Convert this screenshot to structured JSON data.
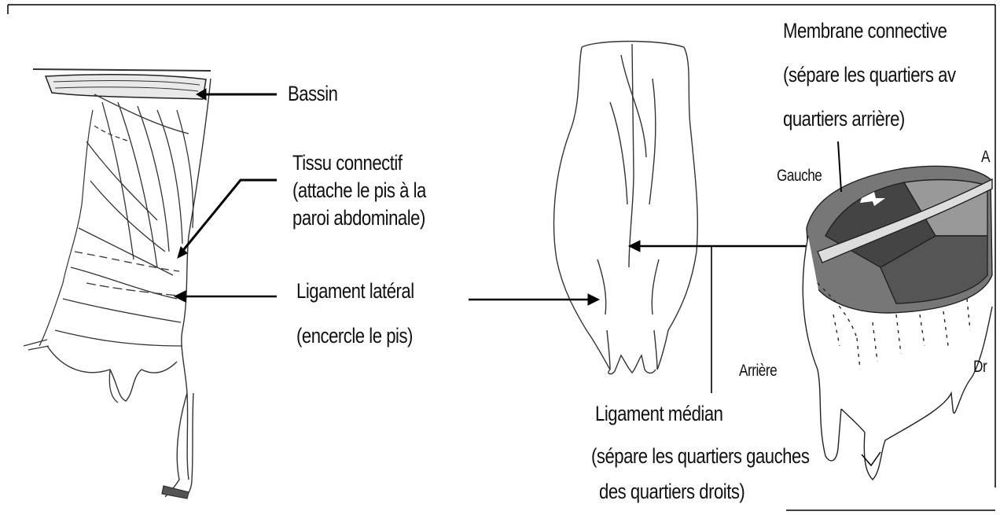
{
  "labels": {
    "bassin": "Bassin",
    "tissu_line1": "Tissu connectif",
    "tissu_line2": "(attache le pis à la",
    "tissu_line3": "paroi abdominale)",
    "lateral_line1": "Ligament latéral",
    "lateral_line2": "(encercle le pis)",
    "membrane_line1": "Membrane connective",
    "membrane_line2": "(sépare les quartiers av",
    "membrane_line3": "quartiers arrière)",
    "gauche": "Gauche",
    "a_cut": "A",
    "arriere": "Arrière",
    "dr_cut": "Dr",
    "median_line1": "Ligament médian",
    "median_line2": "(sépare les quartiers gauches",
    "median_line3": "des quartiers droits)"
  }
}
